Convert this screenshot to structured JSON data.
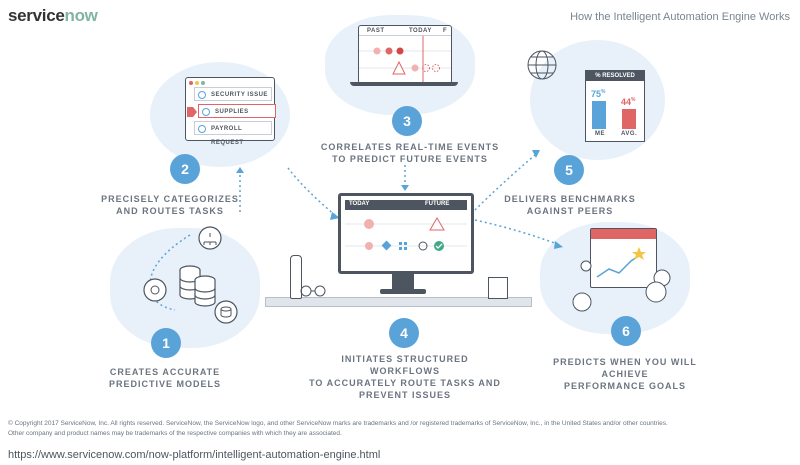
{
  "brand": {
    "service": "service",
    "now": "now"
  },
  "header_title": "How the Intelligent Automation Engine Works",
  "steps": [
    {
      "num": "1",
      "label": "CREATES ACCURATE\nPREDICTIVE MODELS"
    },
    {
      "num": "2",
      "label": "PRECISELY CATEGORIZES\nAND ROUTES TASKS"
    },
    {
      "num": "3",
      "label": "CORRELATES REAL-TIME EVENTS\nTO PREDICT FUTURE EVENTS"
    },
    {
      "num": "4",
      "label": "INITIATES STRUCTURED WORKFLOWS\nTO ACCURATELY ROUTE TASKS AND\nPREVENT ISSUES"
    },
    {
      "num": "5",
      "label": "DELIVERS BENCHMARKS\nAGAINST PEERS"
    },
    {
      "num": "6",
      "label": "PREDICTS WHEN YOU WILL ACHIEVE\nPERFORMANCE GOALS"
    }
  ],
  "categorize_menu": [
    "SECURITY ISSUE",
    "SUPPLIES",
    "PAYROLL REQUEST"
  ],
  "events_window": {
    "past": "PAST",
    "today": "TODAY",
    "future": "F"
  },
  "monitor": {
    "today": "TODAY",
    "future": "FUTURE"
  },
  "benchmark": {
    "title": "% RESOLVED",
    "me_value": "75",
    "me_unit": "%",
    "me_label": "ME",
    "avg_value": "44",
    "avg_unit": "%",
    "avg_label": "AVG."
  },
  "colors": {
    "accent": "#5aa3d9",
    "alert": "#e06666",
    "blob": "#e8f1fa",
    "brand_green": "#81b5a1"
  },
  "footer": {
    "line1": "© Copyright 2017 ServiceNow, Inc. All rights reserved. ServiceNow, the ServiceNow logo, and other ServiceNow marks are trademarks and /or registered trademarks of ServiceNow, Inc., in the United States and/or other countries.",
    "line2": "Other company and product names may be trademarks of the respective companies with which they are associated."
  },
  "url": "https://www.servicenow.com/now-platform/intelligent-automation-engine.html"
}
